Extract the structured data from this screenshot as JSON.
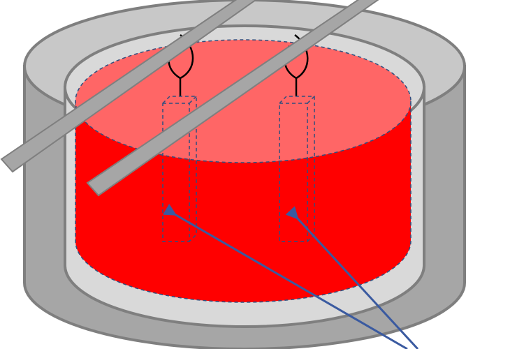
{
  "diagram": {
    "colors": {
      "vessel_outer_fill": "#a6a6a6",
      "vessel_top_fill": "#c8c8c8",
      "vessel_inner_fill": "#d9d9d9",
      "vessel_stroke": "#7f7f7f",
      "liquid_fill": "#ff0000",
      "liquid_surface_fill": "#ff6666",
      "liquid_outline": "#2f4f7f",
      "rod_fill": "#a6a6a6",
      "rod_stroke": "#7f7f7f",
      "wire": "#000000",
      "arrow": "#3a5aa0"
    },
    "components": [
      "outer-vessel",
      "inner-vessel",
      "liquid-bath",
      "support-rod",
      "hanging-wire",
      "submerged-sample",
      "pointer-arrow"
    ],
    "counts": {
      "support_rods": 2,
      "samples": 2,
      "pointer_arrows": 2
    }
  }
}
